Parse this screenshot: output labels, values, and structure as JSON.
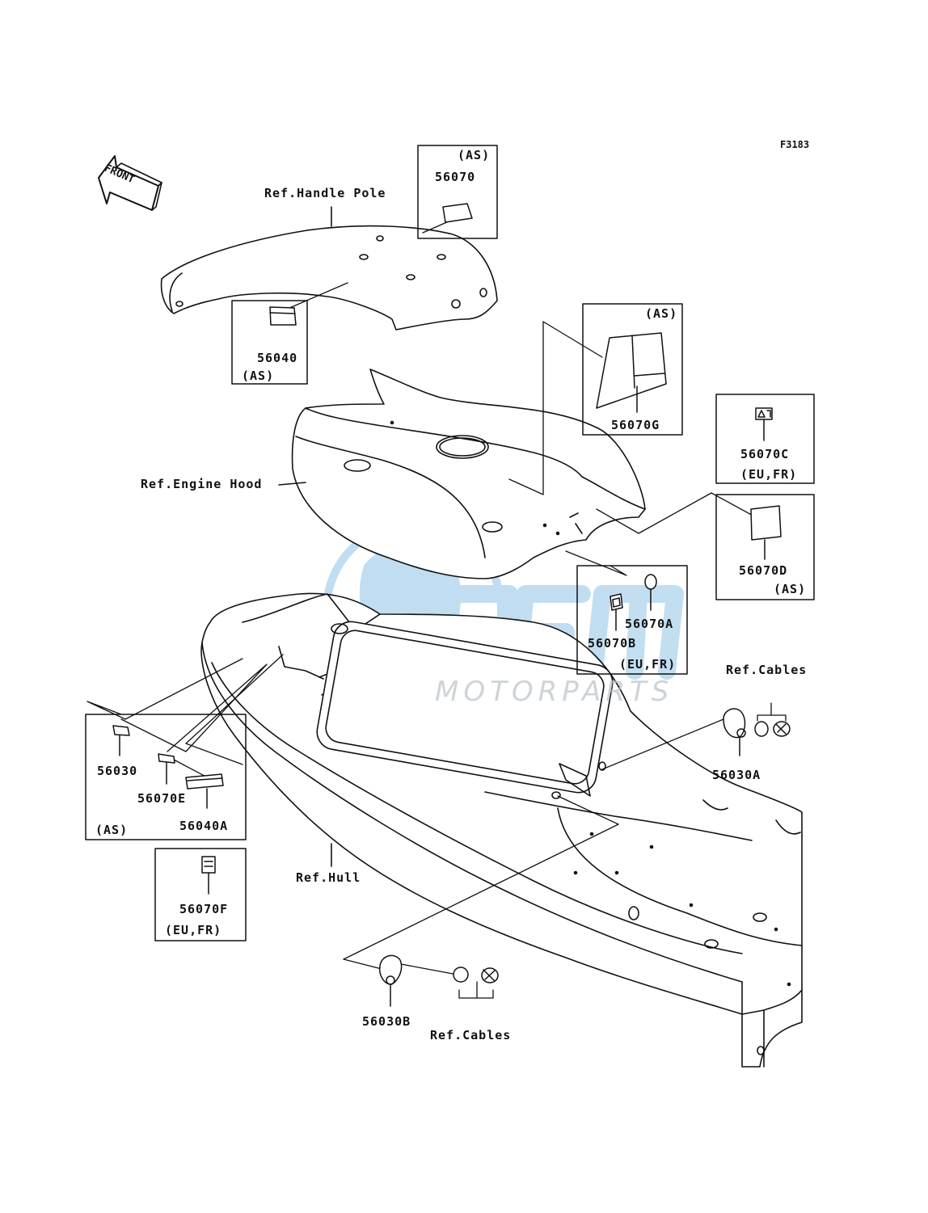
{
  "diagram_code": "F3183",
  "front_arrow_label": "FRONT",
  "watermark": {
    "brand": "OSM",
    "tagline": "MOTORPARTS",
    "color": "#8fc3e6"
  },
  "references": {
    "handle_pole": "Ref.Handle Pole",
    "engine_hood": "Ref.Engine Hood",
    "hull": "Ref.Hull",
    "cables_right": "Ref.Cables",
    "cables_bottom": "Ref.Cables"
  },
  "parts": {
    "p56070": "56070",
    "p56070_note": "(AS)",
    "p56040": "56040",
    "p56040_note": "(AS)",
    "p56070G": "56070G",
    "p56070G_note": "(AS)",
    "p56070C": "56070C",
    "p56070C_note": "(EU,FR)",
    "p56070D": "56070D",
    "p56070D_note": "(AS)",
    "p56070A": "56070A",
    "p56070B": "56070B",
    "p56070AB_note": "(EU,FR)",
    "p56030": "56030",
    "p56070E": "56070E",
    "p56040A": "56040A",
    "left_group_note": "(AS)",
    "p56070F": "56070F",
    "p56070F_note": "(EU,FR)",
    "p56030A": "56030A",
    "p56030B": "56030B"
  }
}
